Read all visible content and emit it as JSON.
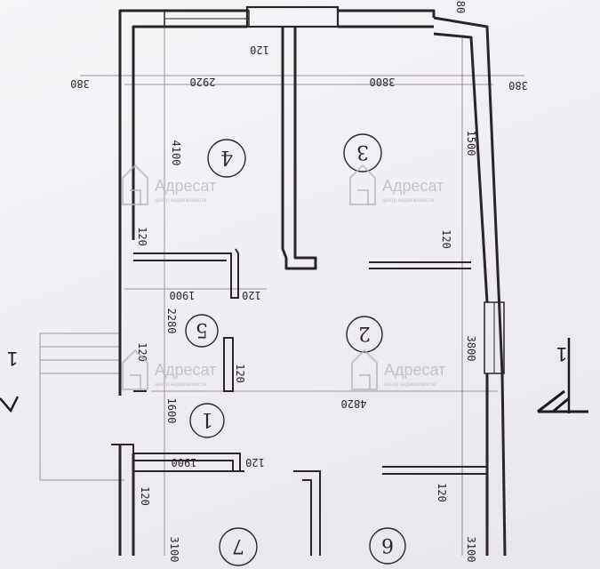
{
  "rooms": [
    {
      "id": "4",
      "label": "4"
    },
    {
      "id": "3",
      "label": "3"
    },
    {
      "id": "5",
      "label": "5"
    },
    {
      "id": "2",
      "label": "2"
    },
    {
      "id": "1",
      "label": "1"
    },
    {
      "id": "7",
      "label": "7"
    },
    {
      "id": "6",
      "label": "6"
    }
  ],
  "dimensions": {
    "top_left_room_width": "2920",
    "top_right_room_width": "3800",
    "wall_left_outer": "380",
    "wall_right_outer": "380",
    "partition_top": "120",
    "room4_depth": "4100",
    "room3_depth": "1500",
    "room4_wall": "120",
    "room3_wall": "120",
    "room5_width": "1900",
    "room5_wall": "120",
    "room5_depth": "2280",
    "room5_wall_left": "120",
    "room2_wall": "120",
    "room2_right": "3800",
    "room2_width": "4820",
    "room1_depth": "1600",
    "room1_width": "1900",
    "room1_wall": "120",
    "room7_wall": "120",
    "room6_wall": "120",
    "room7_depth": "3100",
    "room6_depth": "3100",
    "corner_mark": "80"
  },
  "section_marks": {
    "left": "1",
    "right": "1"
  },
  "watermarks": [
    {
      "text": "Адресат",
      "sub": "центр недвижимости"
    },
    {
      "text": "Адресат",
      "sub": "центр недвижимости"
    },
    {
      "text": "Адресат",
      "sub": "центр недвижимости"
    },
    {
      "text": "Адресат",
      "sub": "центр недвижимости"
    }
  ],
  "watermark_icon": "house-icon"
}
